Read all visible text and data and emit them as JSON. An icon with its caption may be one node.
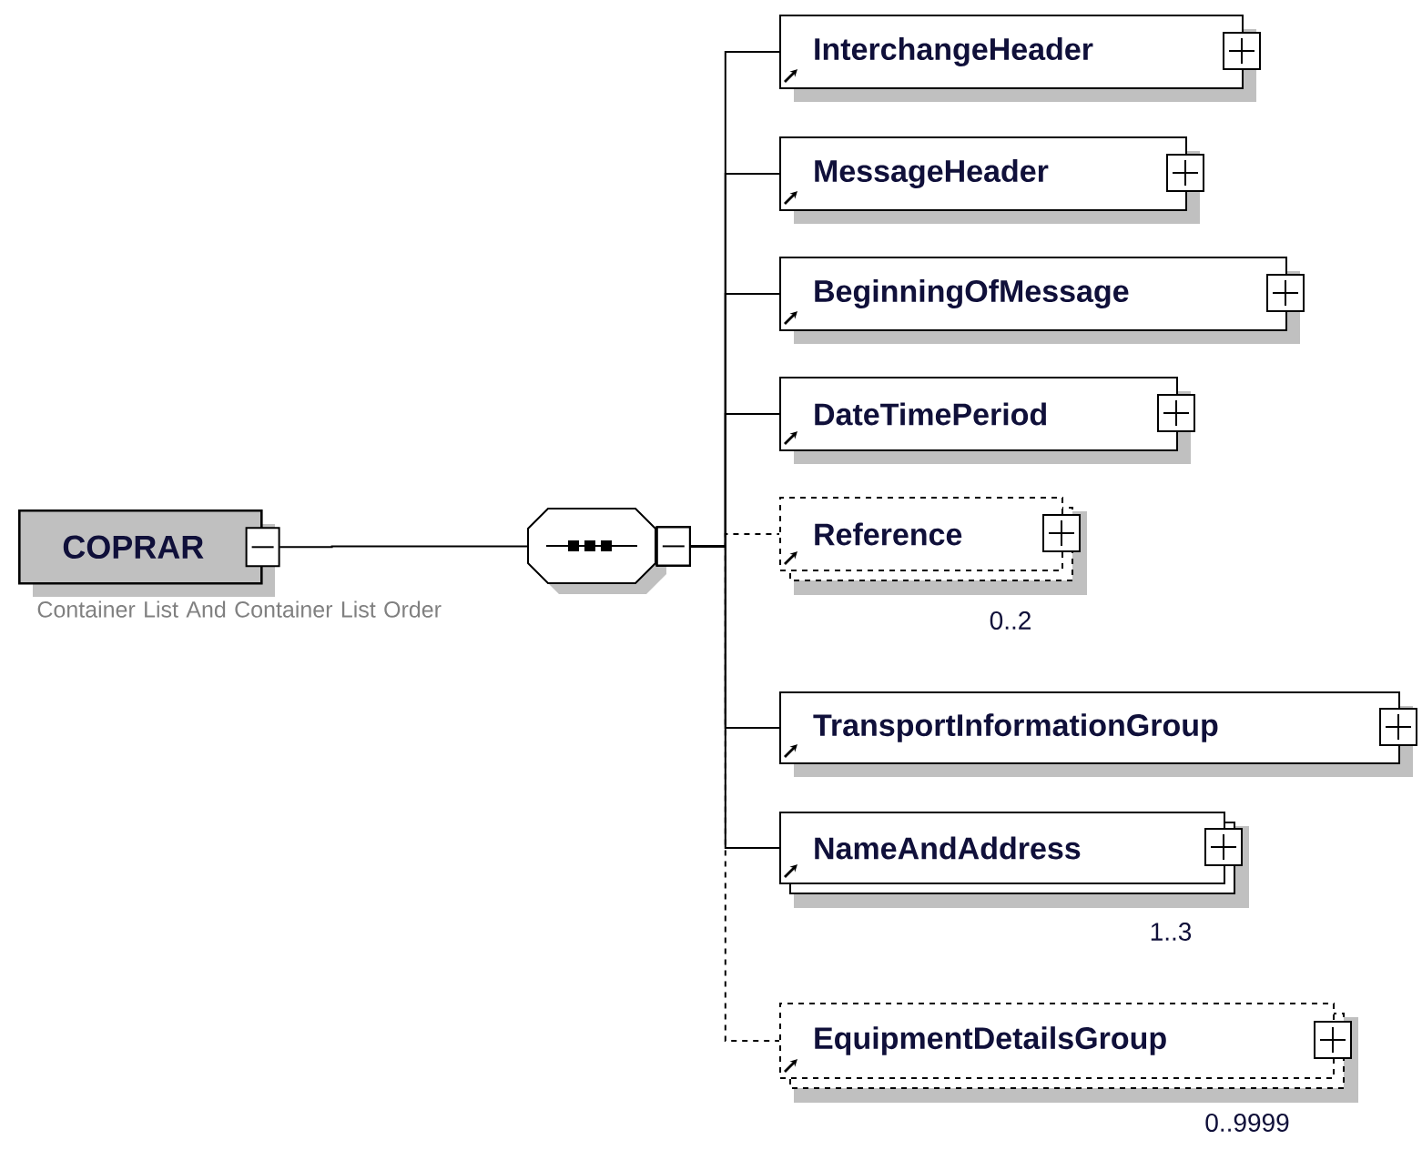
{
  "diagram": {
    "nodes": [
      {
        "text": [
          "COPRAR"
        ],
        "beside": [
          "Container List And Container List Order"
        ]
      },
      {
        "text": [],
        "shape": "octagon"
      },
      {
        "text": [
          "InterchangeHeader"
        ]
      },
      {
        "text": [
          "MessageHeader"
        ]
      },
      {
        "text": [
          "BeginningOfMessage"
        ]
      },
      {
        "text": [
          "DateTimePeriod"
        ]
      },
      {
        "text": [
          "Reference"
        ],
        "beside": [
          "0..2"
        ]
      },
      {
        "text": [
          "TransportInformationGroup"
        ]
      },
      {
        "text": [
          "NameAndAddress"
        ],
        "beside": [
          "1..3"
        ]
      },
      {
        "text": [
          "EquipmentDetailsGroup"
        ],
        "beside": [
          "0..9999"
        ]
      }
    ],
    "edges": [
      {
        "from": 0,
        "to": 1,
        "arrow": "other"
      },
      {
        "from": 1,
        "to": 2,
        "arrow": "other"
      },
      {
        "from": 1,
        "to": 3,
        "arrow": "other"
      },
      {
        "from": 1,
        "to": 4,
        "arrow": "other"
      },
      {
        "from": 1,
        "to": 5,
        "arrow": "other"
      },
      {
        "from": 1,
        "to": 6,
        "arrow": "other",
        "style": "dashed"
      },
      {
        "from": 1,
        "to": 7,
        "arrow": "other"
      },
      {
        "from": 1,
        "to": 8,
        "arrow": "other"
      },
      {
        "from": 1,
        "to": 9,
        "arrow": "other",
        "style": "dashed"
      }
    ]
  }
}
